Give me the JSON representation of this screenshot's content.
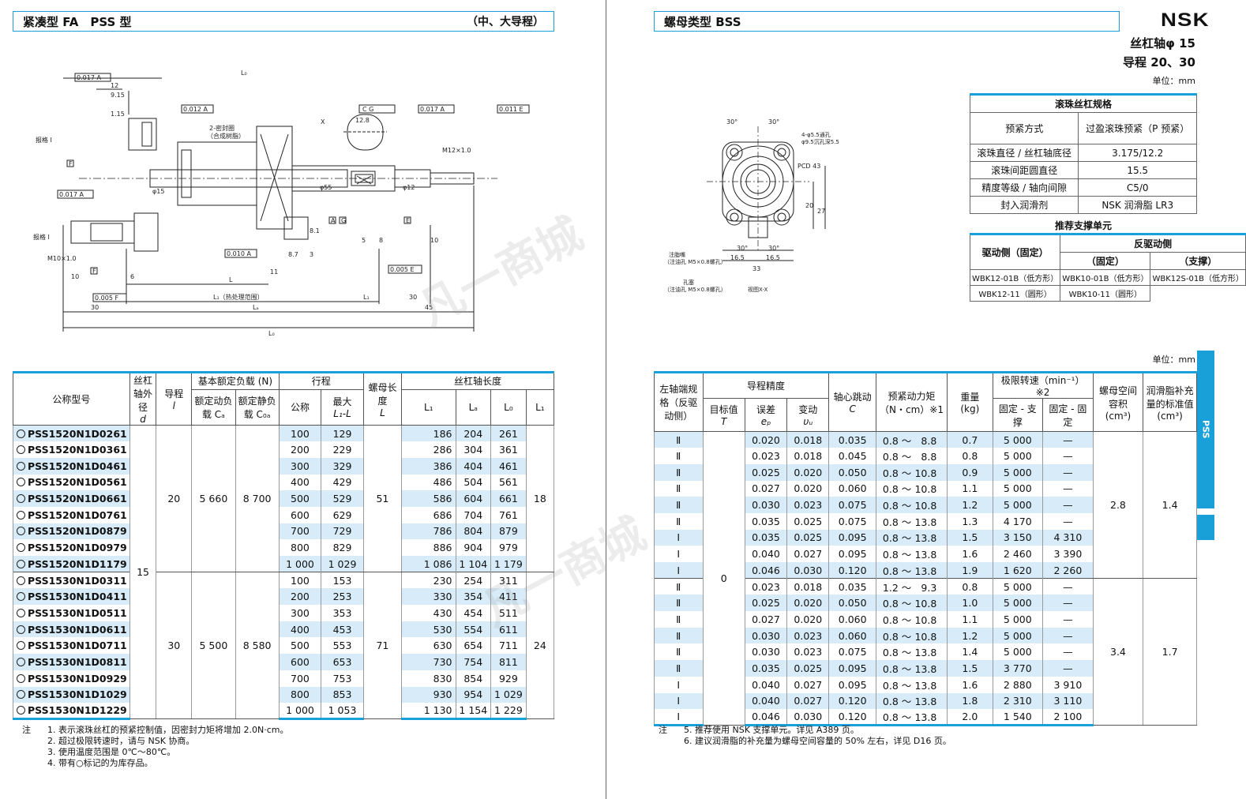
{
  "left": {
    "title": "紧凑型 FA　PSS 型",
    "subtitle": "（中、大导程）",
    "drawing_labels": {
      "lo": "L₀",
      "l1_heat": "L₁（热处理范围）",
      "l_lbl": "L",
      "l1": "L₁",
      "la": "Lₐ",
      "dim30a": "30",
      "dim30b": "30",
      "dim45": "45",
      "dim12": "12",
      "dim10": "10",
      "dim10b": "10",
      "dim6": "6",
      "dim8": "8",
      "dim5": "5",
      "dim11": "11",
      "dim87": "8.7",
      "dim81": "8.1",
      "dim3": "3",
      "dim915": "9.15",
      "dim115": "1.15",
      "m12": "M12×1.0",
      "m10": "M10×1.0",
      "seal": "2-密封圈",
      "seal_note": "（合成树脂）",
      "d15": "φ15",
      "d55": "φ55",
      "d12": "φ12",
      "t0017a": "0.017 A",
      "t0012a": "0.012 A",
      "t0017b": "0.017 A",
      "t0011e": "0.011 E",
      "t0010a": "0.010 A",
      "t0005e": "0.005 E",
      "t0005f": "0.005 F",
      "tcg": "C G",
      "lbl_a": "A",
      "lbl_g": "G",
      "lbl_e": "E",
      "lbl_f": "F",
      "ref": "报格 I",
      "ref2": "报格 I",
      "xmark": "X",
      "dim124": "12.8"
    },
    "table": {
      "headers": {
        "model": "公称型号",
        "shaft": "丝杠轴外径",
        "shaft_sym": "d",
        "lead": "导程",
        "lead_sym": "l",
        "load": "基本额定负载 (N)",
        "dyn": "额定动负载 Cₐ",
        "sta": "额定静负载 C₀ₐ",
        "stroke": "行程",
        "nominal": "公称",
        "max": "最大",
        "max_sym": "L₁-L",
        "nut_len": "螺母长度",
        "nut_sym": "L",
        "shaft_len": "丝杠轴长度",
        "l1": "L₁",
        "la": "Lₐ",
        "lo": "L₀",
        "l1b": "L₁"
      },
      "shaft_dia": "15",
      "groups": [
        {
          "lead": "20",
          "dyn": "5 660",
          "sta": "8 700",
          "nut": "51",
          "l1": "18",
          "rows": [
            {
              "model": "PSS1520N1D0261",
              "nom": "100",
              "max": "129",
              "L1": "186",
              "La": "204",
              "Lo": "261"
            },
            {
              "model": "PSS1520N1D0361",
              "nom": "200",
              "max": "229",
              "L1": "286",
              "La": "304",
              "Lo": "361"
            },
            {
              "model": "PSS1520N1D0461",
              "nom": "300",
              "max": "329",
              "L1": "386",
              "La": "404",
              "Lo": "461"
            },
            {
              "model": "PSS1520N1D0561",
              "nom": "400",
              "max": "429",
              "L1": "486",
              "La": "504",
              "Lo": "561"
            },
            {
              "model": "PSS1520N1D0661",
              "nom": "500",
              "max": "529",
              "L1": "586",
              "La": "604",
              "Lo": "661"
            },
            {
              "model": "PSS1520N1D0761",
              "nom": "600",
              "max": "629",
              "L1": "686",
              "La": "704",
              "Lo": "761"
            },
            {
              "model": "PSS1520N1D0879",
              "nom": "700",
              "max": "729",
              "L1": "786",
              "La": "804",
              "Lo": "879"
            },
            {
              "model": "PSS1520N1D0979",
              "nom": "800",
              "max": "829",
              "L1": "886",
              "La": "904",
              "Lo": "979"
            },
            {
              "model": "PSS1520N1D1179",
              "nom": "1 000",
              "max": "1 029",
              "L1": "1 086",
              "La": "1 104",
              "Lo": "1 179"
            }
          ]
        },
        {
          "lead": "30",
          "dyn": "5 500",
          "sta": "8 580",
          "nut": "71",
          "l1": "24",
          "rows": [
            {
              "model": "PSS1530N1D0311",
              "nom": "100",
              "max": "153",
              "L1": "230",
              "La": "254",
              "Lo": "311"
            },
            {
              "model": "PSS1530N1D0411",
              "nom": "200",
              "max": "253",
              "L1": "330",
              "La": "354",
              "Lo": "411"
            },
            {
              "model": "PSS1530N1D0511",
              "nom": "300",
              "max": "353",
              "L1": "430",
              "La": "454",
              "Lo": "511"
            },
            {
              "model": "PSS1530N1D0611",
              "nom": "400",
              "max": "453",
              "L1": "530",
              "La": "554",
              "Lo": "611"
            },
            {
              "model": "PSS1530N1D0711",
              "nom": "500",
              "max": "553",
              "L1": "630",
              "La": "654",
              "Lo": "711"
            },
            {
              "model": "PSS1530N1D0811",
              "nom": "600",
              "max": "653",
              "L1": "730",
              "La": "754",
              "Lo": "811"
            },
            {
              "model": "PSS1530N1D0929",
              "nom": "700",
              "max": "753",
              "L1": "830",
              "La": "854",
              "Lo": "929"
            },
            {
              "model": "PSS1530N1D1029",
              "nom": "800",
              "max": "853",
              "L1": "930",
              "La": "954",
              "Lo": "1 029"
            },
            {
              "model": "PSS1530N1D1229",
              "nom": "1 000",
              "max": "1 053",
              "L1": "1 130",
              "La": "1 154",
              "Lo": "1 229"
            }
          ]
        }
      ]
    },
    "notes_label": "注",
    "notes": [
      "1. 表示滚珠丝杠的预紧控制值，因密封力矩将增加 2.0N·cm。",
      "2. 超过极限转速时，请与 NSK 协商。",
      "3. 使用温度范围是 0℃～80℃。",
      "4. 带有○标记的为库存品。"
    ]
  },
  "right": {
    "title": "螺母类型 BSS",
    "brand": "NSK",
    "spec1": "丝杠轴φ 15",
    "spec2": "导程 20、30",
    "unit": "单位：mm",
    "unit2": "单位：mm",
    "drawing_labels": {
      "a30a": "30°",
      "a30b": "30°",
      "a30c": "30°",
      "a30d": "30°",
      "holes": "4-φ5.5通孔",
      "cbore": "φ9.5沉孔深5.5",
      "pcd": "PCD 43",
      "d20": "20",
      "d27": "27",
      "d165a": "16.5",
      "d165b": "16.5",
      "d33": "33",
      "oil1": "注脂嘴",
      "oil1b": "（注油孔 M5×0.8螺孔）",
      "oil2": "孔塞",
      "oil2b": "（注油孔 M5×0.8螺孔）",
      "view": "视图X-X"
    },
    "spec_table": {
      "caption": "滚珠丝杠规格",
      "rows": [
        {
          "k": "预紧方式",
          "v": "过盈滚珠预紧（P 预紧）"
        },
        {
          "k": "滚珠直径 / 丝杠轴底径",
          "v": "3.175/12.2"
        },
        {
          "k": "滚珠间距圆直径",
          "v": "15.5"
        },
        {
          "k": "精度等级 / 轴向间隙",
          "v": "C5/0"
        },
        {
          "k": "封入润滑剂",
          "v": "NSK 润滑脂 LR3"
        }
      ]
    },
    "support": {
      "title": "推荐支撑单元",
      "drive": "驱动侧（固定）",
      "anti": "反驱动侧",
      "fixed": "（固定）",
      "support_lbl": "（支撑）",
      "r1": [
        "WBK12-01B（低方形）",
        "WBK10-01B（低方形）",
        "WBK12S-01B（低方形）"
      ],
      "r2": [
        "WBK12-11（圆形）",
        "WBK10-11（圆形）"
      ]
    },
    "table": {
      "headers": {
        "spec": "左轴端规格（反驱动侧）",
        "lead_acc": "导程精度",
        "target": "目标值",
        "target_sym": "T",
        "err": "误差",
        "err_sym": "eₚ",
        "var": "变动",
        "var_sym": "υᵤ",
        "runout": "轴心跳动",
        "runout_sym": "C",
        "torque": "预紧动力矩",
        "torque_unit": "（N・cm）※1",
        "mass": "重量",
        "mass_unit": "(kg)",
        "speed": "极限转速（min⁻¹）※2",
        "speed_fs": "固定 - 支撑",
        "speed_ff": "固定 - 固定",
        "space": "螺母空间容积",
        "space_unit": "(cm³)",
        "grease": "润滑脂补充量的标准值",
        "grease_unit": "(cm³)"
      },
      "target_all": "0",
      "groups": [
        {
          "space": "2.8",
          "grease": "1.4",
          "rows": [
            {
              "spec": "Ⅱ",
              "err": "0.020",
              "var": "0.018",
              "c": "0.035",
              "t1": "0.8",
              "t2": "8.8",
              "kg": "0.7",
              "fs": "5 000",
              "ff": "—"
            },
            {
              "spec": "Ⅱ",
              "err": "0.023",
              "var": "0.018",
              "c": "0.045",
              "t1": "0.8",
              "t2": "8.8",
              "kg": "0.8",
              "fs": "5 000",
              "ff": "—"
            },
            {
              "spec": "Ⅱ",
              "err": "0.025",
              "var": "0.020",
              "c": "0.050",
              "t1": "0.8",
              "t2": "10.8",
              "kg": "0.9",
              "fs": "5 000",
              "ff": "—"
            },
            {
              "spec": "Ⅱ",
              "err": "0.027",
              "var": "0.020",
              "c": "0.060",
              "t1": "0.8",
              "t2": "10.8",
              "kg": "1.1",
              "fs": "5 000",
              "ff": "—"
            },
            {
              "spec": "Ⅱ",
              "err": "0.030",
              "var": "0.023",
              "c": "0.075",
              "t1": "0.8",
              "t2": "10.8",
              "kg": "1.2",
              "fs": "5 000",
              "ff": "—"
            },
            {
              "spec": "Ⅱ",
              "err": "0.035",
              "var": "0.025",
              "c": "0.075",
              "t1": "0.8",
              "t2": "13.8",
              "kg": "1.3",
              "fs": "4 170",
              "ff": "—"
            },
            {
              "spec": "Ⅰ",
              "err": "0.035",
              "var": "0.025",
              "c": "0.095",
              "t1": "0.8",
              "t2": "13.8",
              "kg": "1.5",
              "fs": "3 150",
              "ff": "4 310"
            },
            {
              "spec": "Ⅰ",
              "err": "0.040",
              "var": "0.027",
              "c": "0.095",
              "t1": "0.8",
              "t2": "13.8",
              "kg": "1.6",
              "fs": "2 460",
              "ff": "3 390"
            },
            {
              "spec": "Ⅰ",
              "err": "0.046",
              "var": "0.030",
              "c": "0.120",
              "t1": "0.8",
              "t2": "13.8",
              "kg": "1.9",
              "fs": "1 620",
              "ff": "2 260"
            }
          ]
        },
        {
          "space": "3.4",
          "grease": "1.7",
          "rows": [
            {
              "spec": "Ⅱ",
              "err": "0.023",
              "var": "0.018",
              "c": "0.035",
              "t1": "1.2",
              "t2": "9.3",
              "kg": "0.8",
              "fs": "5 000",
              "ff": "—"
            },
            {
              "spec": "Ⅱ",
              "err": "0.025",
              "var": "0.020",
              "c": "0.050",
              "t1": "0.8",
              "t2": "10.8",
              "kg": "1.0",
              "fs": "5 000",
              "ff": "—"
            },
            {
              "spec": "Ⅱ",
              "err": "0.027",
              "var": "0.020",
              "c": "0.060",
              "t1": "0.8",
              "t2": "10.8",
              "kg": "1.1",
              "fs": "5 000",
              "ff": "—"
            },
            {
              "spec": "Ⅱ",
              "err": "0.030",
              "var": "0.023",
              "c": "0.060",
              "t1": "0.8",
              "t2": "10.8",
              "kg": "1.2",
              "fs": "5 000",
              "ff": "—"
            },
            {
              "spec": "Ⅱ",
              "err": "0.030",
              "var": "0.023",
              "c": "0.075",
              "t1": "0.8",
              "t2": "13.8",
              "kg": "1.4",
              "fs": "5 000",
              "ff": "—"
            },
            {
              "spec": "Ⅱ",
              "err": "0.035",
              "var": "0.025",
              "c": "0.095",
              "t1": "0.8",
              "t2": "13.8",
              "kg": "1.5",
              "fs": "3 770",
              "ff": "—"
            },
            {
              "spec": "Ⅰ",
              "err": "0.040",
              "var": "0.027",
              "c": "0.095",
              "t1": "0.8",
              "t2": "13.8",
              "kg": "1.6",
              "fs": "2 880",
              "ff": "3 910"
            },
            {
              "spec": "Ⅰ",
              "err": "0.040",
              "var": "0.027",
              "c": "0.120",
              "t1": "0.8",
              "t2": "13.8",
              "kg": "1.8",
              "fs": "2 310",
              "ff": "3 110"
            },
            {
              "spec": "Ⅰ",
              "err": "0.046",
              "var": "0.030",
              "c": "0.120",
              "t1": "0.8",
              "t2": "13.8",
              "kg": "2.0",
              "fs": "1 540",
              "ff": "2 100"
            }
          ]
        }
      ],
      "tilde": "～"
    },
    "notes_label": "注",
    "notes": [
      "5. 推荐使用 NSK 支撑单元。详见 A389 页。",
      "6. 建议润滑脂的补充量为螺母空间容量的 50% 左右，详见 D16 页。"
    ],
    "side_tab": "PSS"
  },
  "watermark": "凡一商城",
  "colors": {
    "accent": "#1aa0d8",
    "row_blue": "#d7ecf8"
  }
}
